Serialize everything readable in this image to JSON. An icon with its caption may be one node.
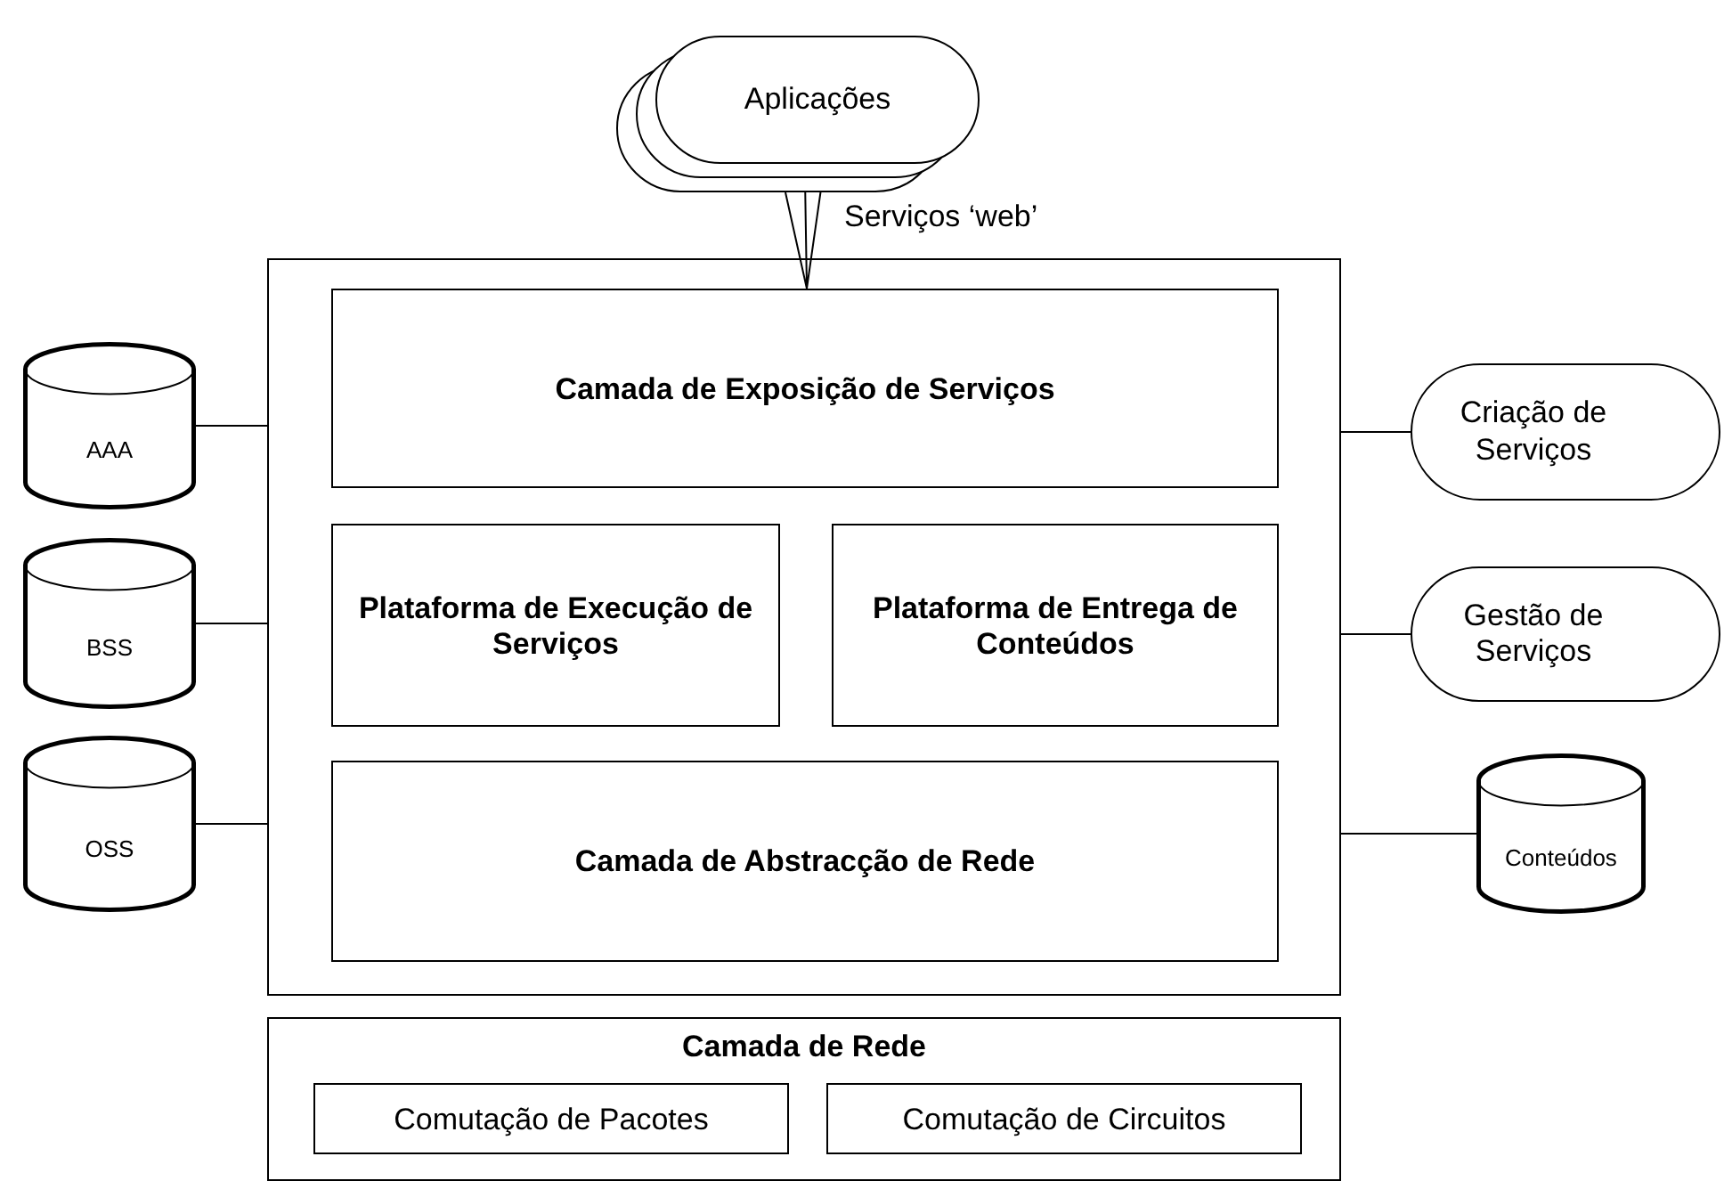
{
  "diagram": {
    "nodes": [
      {
        "text": [
          "Aplicações"
        ]
      },
      {
        "text": [],
        "shape": "box"
      },
      {
        "text": [
          "Camada de Exposição de Serviços"
        ],
        "in": 1
      },
      {
        "text": [
          "Plataforma de Execução de Serviços"
        ],
        "in": 1
      },
      {
        "text": [
          "Plataforma de Entrega de Conteúdos"
        ],
        "in": 1
      },
      {
        "text": [
          "Camada de Abstracção de Rede"
        ],
        "in": 1
      },
      {
        "text": [
          "AAA"
        ]
      },
      {
        "text": [
          "BSS"
        ]
      },
      {
        "text": [
          "OSS"
        ]
      },
      {
        "text": [
          "Criação de Serviços"
        ]
      },
      {
        "text": [
          "Gestão de Serviços"
        ]
      },
      {
        "text": [
          "Conteúdos"
        ]
      },
      {
        "text": [
          "Camada de Rede"
        ]
      },
      {
        "text": [
          "Comutação de Pacotes"
        ],
        "in": 12
      },
      {
        "text": [
          "Comutação de Circuitos"
        ],
        "in": 12
      }
    ],
    "edges": [
      {
        "from": 0,
        "to": 2,
        "label": "Serviços ‘web’",
        "arrow": "none"
      },
      {
        "from": 6,
        "to": 1,
        "arrow": "none"
      },
      {
        "from": 7,
        "to": 1,
        "arrow": "none"
      },
      {
        "from": 8,
        "to": 1,
        "arrow": "none"
      },
      {
        "from": 1,
        "to": 9,
        "arrow": "none"
      },
      {
        "from": 1,
        "to": 10,
        "arrow": "none"
      },
      {
        "from": 1,
        "to": 11,
        "arrow": "none"
      }
    ]
  }
}
